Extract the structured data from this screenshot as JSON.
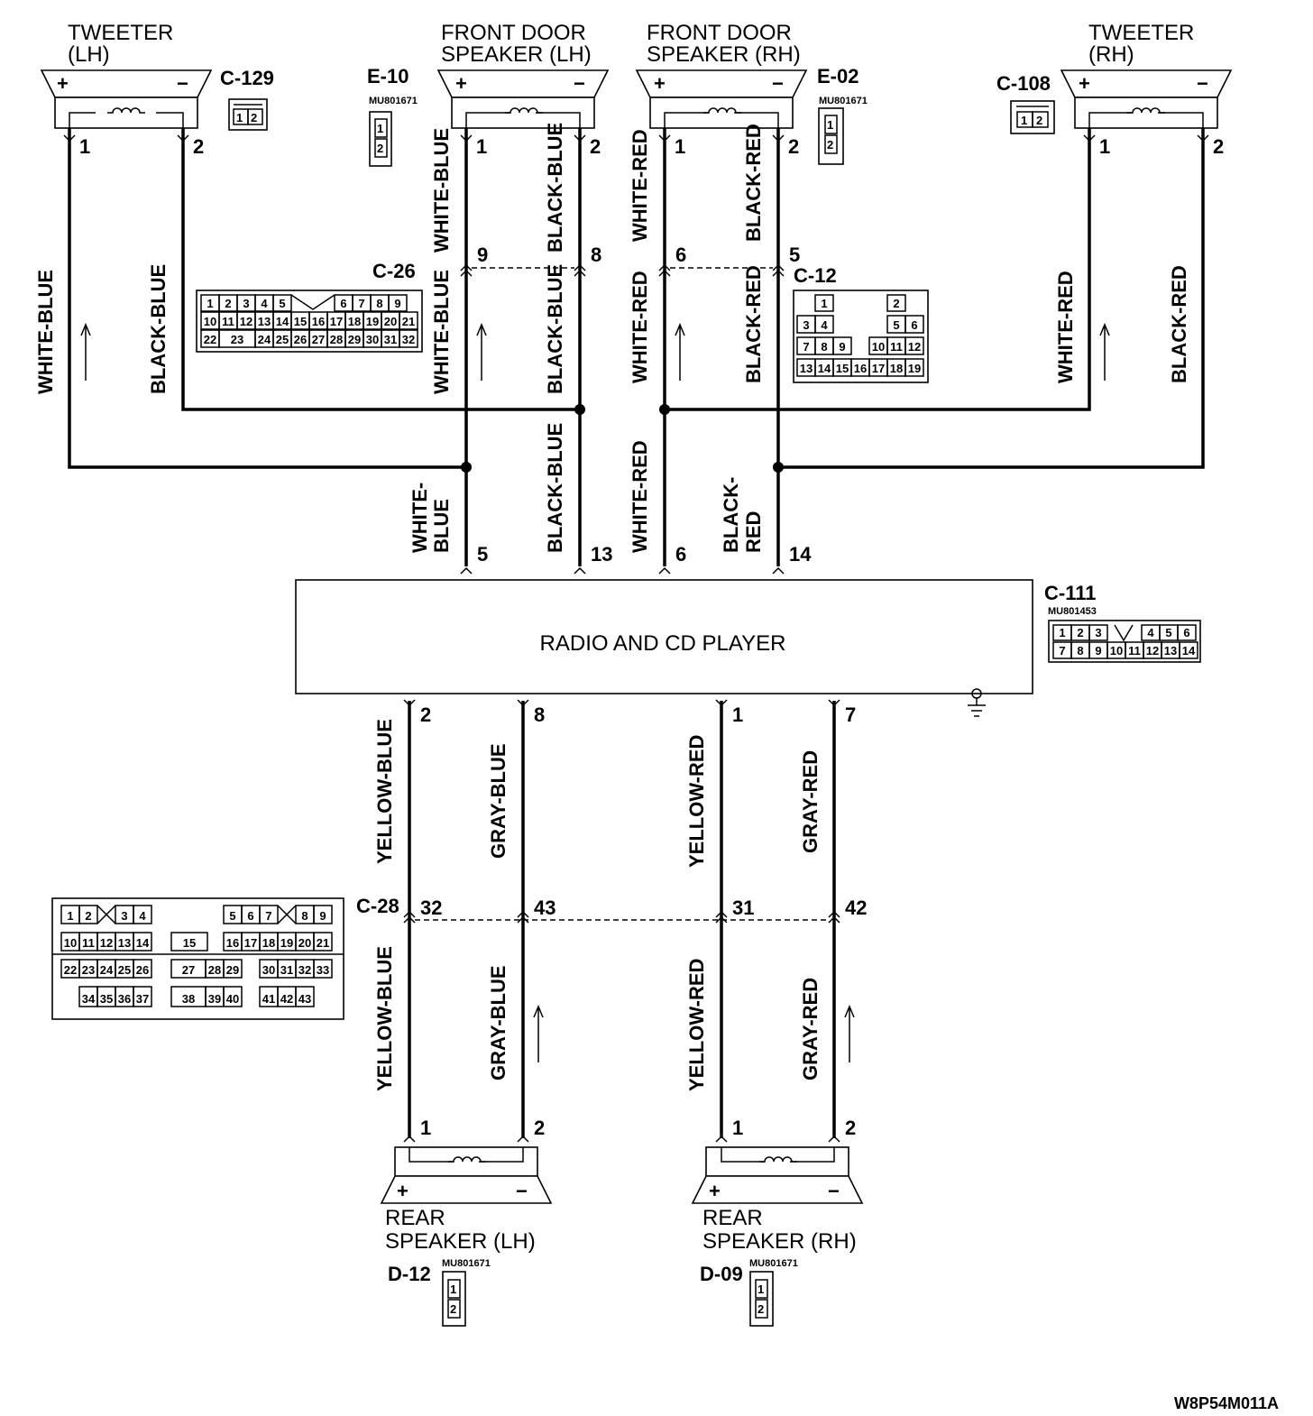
{
  "components": {
    "tweeter_lh": {
      "title1": "TWEETER",
      "title2": "(LH)",
      "connector": "C-129",
      "plus": "+",
      "minus": "−",
      "pin1": "1",
      "pin2": "2"
    },
    "front_lh": {
      "title1": "FRONT DOOR",
      "title2": "SPEAKER (LH)",
      "connector": "E-10",
      "part_no": "MU801671",
      "plus": "+",
      "minus": "−",
      "pin1": "1",
      "pin2": "2"
    },
    "front_rh": {
      "title1": "FRONT DOOR",
      "title2": "SPEAKER (RH)",
      "connector": "E-02",
      "part_no": "MU801671",
      "plus": "+",
      "minus": "−",
      "pin1": "1",
      "pin2": "2"
    },
    "tweeter_rh": {
      "title1": "TWEETER",
      "title2": "(RH)",
      "connector": "C-108",
      "plus": "+",
      "minus": "−",
      "pin1": "1",
      "pin2": "2"
    },
    "radio": {
      "label": "RADIO AND CD PLAYER",
      "connector": "C-111",
      "part_no": "MU801453"
    },
    "rear_lh": {
      "title1": "REAR",
      "title2": "SPEAKER (LH)",
      "connector": "D-12",
      "part_no": "MU801671",
      "plus": "+",
      "minus": "−",
      "pin1": "1",
      "pin2": "2"
    },
    "rear_rh": {
      "title1": "REAR",
      "title2": "SPEAKER (RH)",
      "connector": "D-09",
      "part_no": "MU801671",
      "plus": "+",
      "minus": "−",
      "pin1": "1",
      "pin2": "2"
    }
  },
  "junctions": {
    "c26": {
      "label": "C-26",
      "pin_a": "9",
      "pin_b": "8"
    },
    "c12": {
      "label": "C-12",
      "pin_a": "6",
      "pin_b": "5"
    },
    "c28": {
      "label": "C-28",
      "pins": [
        "32",
        "43",
        "31",
        "42"
      ]
    }
  },
  "radio_pins": {
    "top": [
      "5",
      "13",
      "6",
      "14"
    ],
    "bottom": [
      "2",
      "8",
      "1",
      "7"
    ]
  },
  "wire_colors": {
    "white_blue": "WHITE-BLUE",
    "black_blue": "BLACK-BLUE",
    "white_red": "WHITE-RED",
    "black_red": "BLACK-RED",
    "white": "WHITE-",
    "blue": "BLUE",
    "black": "BLACK-",
    "red": "RED",
    "yellow_blue": "YELLOW-BLUE",
    "gray_blue": "GRAY-BLUE",
    "yellow_red": "YELLOW-RED",
    "gray_red": "GRAY-RED"
  },
  "connector_faces": {
    "two_pin": [
      "1",
      "2"
    ],
    "c26_rows": [
      [
        "1",
        "2",
        "3",
        "4",
        "5",
        "",
        "6",
        "7",
        "8",
        "9"
      ],
      [
        "10",
        "11",
        "12",
        "13",
        "14",
        "15",
        "16",
        "17",
        "18",
        "19",
        "20",
        "21"
      ],
      [
        "22",
        "23",
        "24",
        "25",
        "26",
        "27",
        "28",
        "29",
        "30",
        "31",
        "32"
      ]
    ],
    "c12_rows": [
      [
        "1",
        "2"
      ],
      [
        "3",
        "4",
        "5",
        "6"
      ],
      [
        "7",
        "8",
        "9",
        "10",
        "11",
        "12"
      ],
      [
        "13",
        "14",
        "15",
        "16",
        "17",
        "18",
        "19"
      ]
    ],
    "c111_rows": [
      [
        "1",
        "2",
        "3",
        "4",
        "5",
        "6"
      ],
      [
        "7",
        "8",
        "9",
        "10",
        "11",
        "12",
        "13",
        "14"
      ]
    ],
    "c28_rows": [
      [
        "1",
        "2",
        "3",
        "4",
        "5",
        "6",
        "7",
        "8",
        "9"
      ],
      [
        "10",
        "11",
        "12",
        "13",
        "14",
        "15",
        "16",
        "17",
        "18",
        "19",
        "20",
        "21"
      ],
      [
        "22",
        "23",
        "24",
        "25",
        "26",
        "27",
        "28",
        "29",
        "30",
        "31",
        "32",
        "33"
      ],
      [
        "34",
        "35",
        "36",
        "37",
        "38",
        "39",
        "40",
        "41",
        "42",
        "43"
      ]
    ]
  },
  "diagram_code": "W8P54M011A"
}
